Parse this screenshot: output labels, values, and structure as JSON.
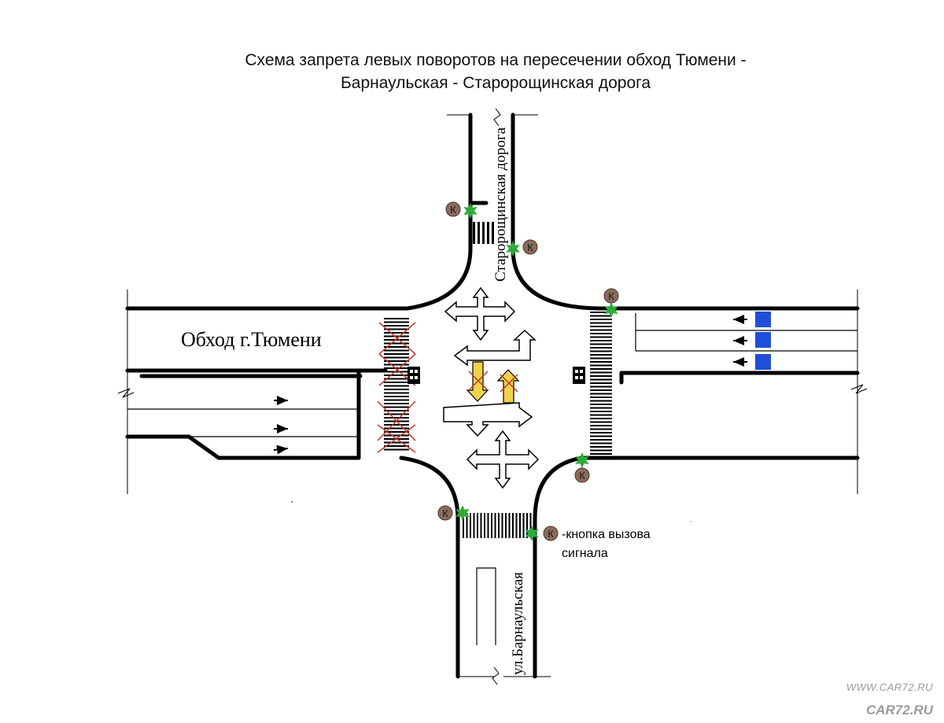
{
  "title": {
    "line1": "Схема запрета левых поворотов на пересечении обход Тюмени -",
    "line2": "Барнаульская - Старорощинская дорога"
  },
  "roads": {
    "north": "Старорощинская дорога",
    "west": "Обход г.Тюмени",
    "south": "ул.Барнаульская"
  },
  "legend": {
    "button_symbol": "К",
    "button_text_line1": "-кнопка вызова",
    "button_text_line2": "сигнала"
  },
  "colors": {
    "road": "#000000",
    "button_marker": "#8b6b5c",
    "pedestrian_light": "#2eaa3a",
    "turn_arrow": "#f0d24a",
    "prohibition_cross": "#c0392b",
    "blue_sign": "#1f4fd8",
    "watermark": "#9a9a9a"
  },
  "watermark": {
    "line1": "WWW.CAR72.RU",
    "line2": "CAR72.RU"
  }
}
